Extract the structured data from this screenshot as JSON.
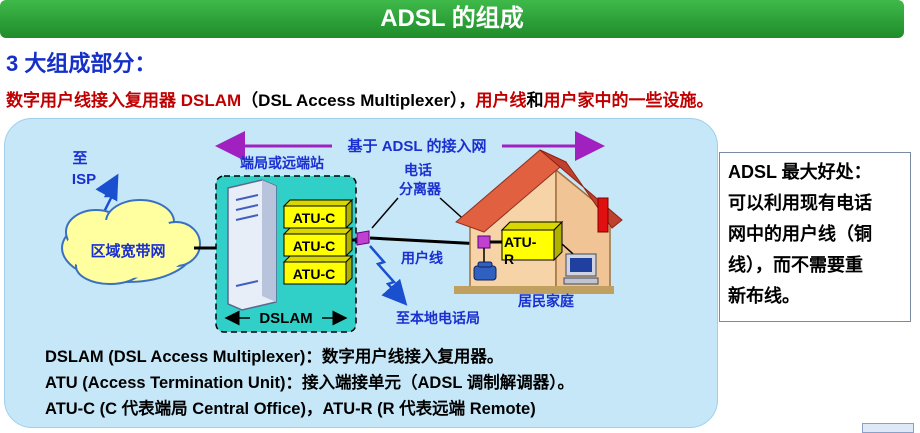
{
  "title": "ADSL 的组成",
  "heading": "3 大组成部分：",
  "intro": {
    "part1": "数字用户线接入复用器 DSLAM",
    "part2": "（DSL Access Multiplexer），",
    "part3": "用户线",
    "part4": "和",
    "part5": "用户家中的一些设施。"
  },
  "diagram": {
    "access_net_label": "基于 ADSL 的接入网",
    "to_isp_1": "至",
    "to_isp_2": "ISP",
    "cloud_label": "区域宽带网",
    "office_label": "端局或远端站",
    "atu_c_label": "ATU-C",
    "splitter_label_1": "电话",
    "splitter_label_2": "分离器",
    "user_line_label": "用户线",
    "atu_r_label_1": "ATU-",
    "atu_r_label_2": "R",
    "dslam_label": "DSLAM",
    "local_phone_label": "至本地电话局",
    "home_label": "居民家庭"
  },
  "side_note": {
    "line1": "ADSL 最大好处：",
    "line2": "可以利用现有电话",
    "line3": "网中的用户线（铜",
    "line4": "线），而不需要重",
    "line5": "新布线。"
  },
  "notes": {
    "line1": "DSLAM (DSL Access Multiplexer)：数字用户线接入复用器。",
    "line2": "ATU (Access Termination Unit)：接入端接单元（ADSL 调制解调器）。",
    "line3": "ATU-C (C 代表端局 Central Office)，ATU-R (R 代表远端 Remote)"
  },
  "colors": {
    "title_green": "#2aa83a",
    "heading_blue": "#1530c8",
    "highlight_red": "#c00000",
    "label_blue": "#1a2fd0",
    "atu_yellow": "#ffff00",
    "splitter_purple": "#a020c0",
    "panel_blue": "#c5e7f7"
  }
}
